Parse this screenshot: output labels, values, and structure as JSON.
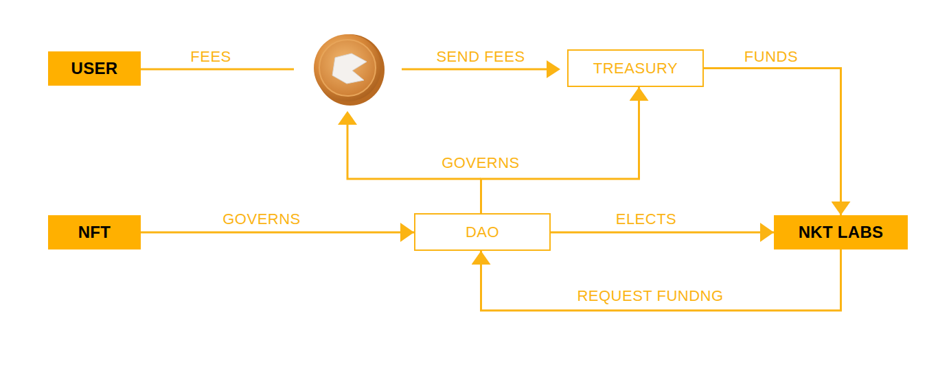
{
  "diagram": {
    "nodes": [
      {
        "text": [
          "USER"
        ]
      },
      {
        "text": [
          "TREASURY"
        ]
      },
      {
        "text": [
          "NFT"
        ]
      },
      {
        "text": [
          "DAO"
        ]
      },
      {
        "text": [
          "NKT LABS"
        ]
      }
    ],
    "edges": [
      {
        "from": 1,
        "to": 4,
        "label": "FUNDS",
        "arrow": "to"
      },
      {
        "from": 2,
        "to": 3,
        "label": "GOVERNS",
        "arrow": "to"
      },
      {
        "from": 3,
        "to": 4,
        "label": "ELECTS",
        "arrow": "to"
      },
      {
        "from": 4,
        "to": 3,
        "label": "REQUEST FUNDNG",
        "arrow": "to"
      },
      {
        "from": 3,
        "to": 1,
        "label": "GOVERNS",
        "arrow": "to"
      }
    ],
    "labels": [
      "FEES",
      "SEND FEES"
    ]
  }
}
